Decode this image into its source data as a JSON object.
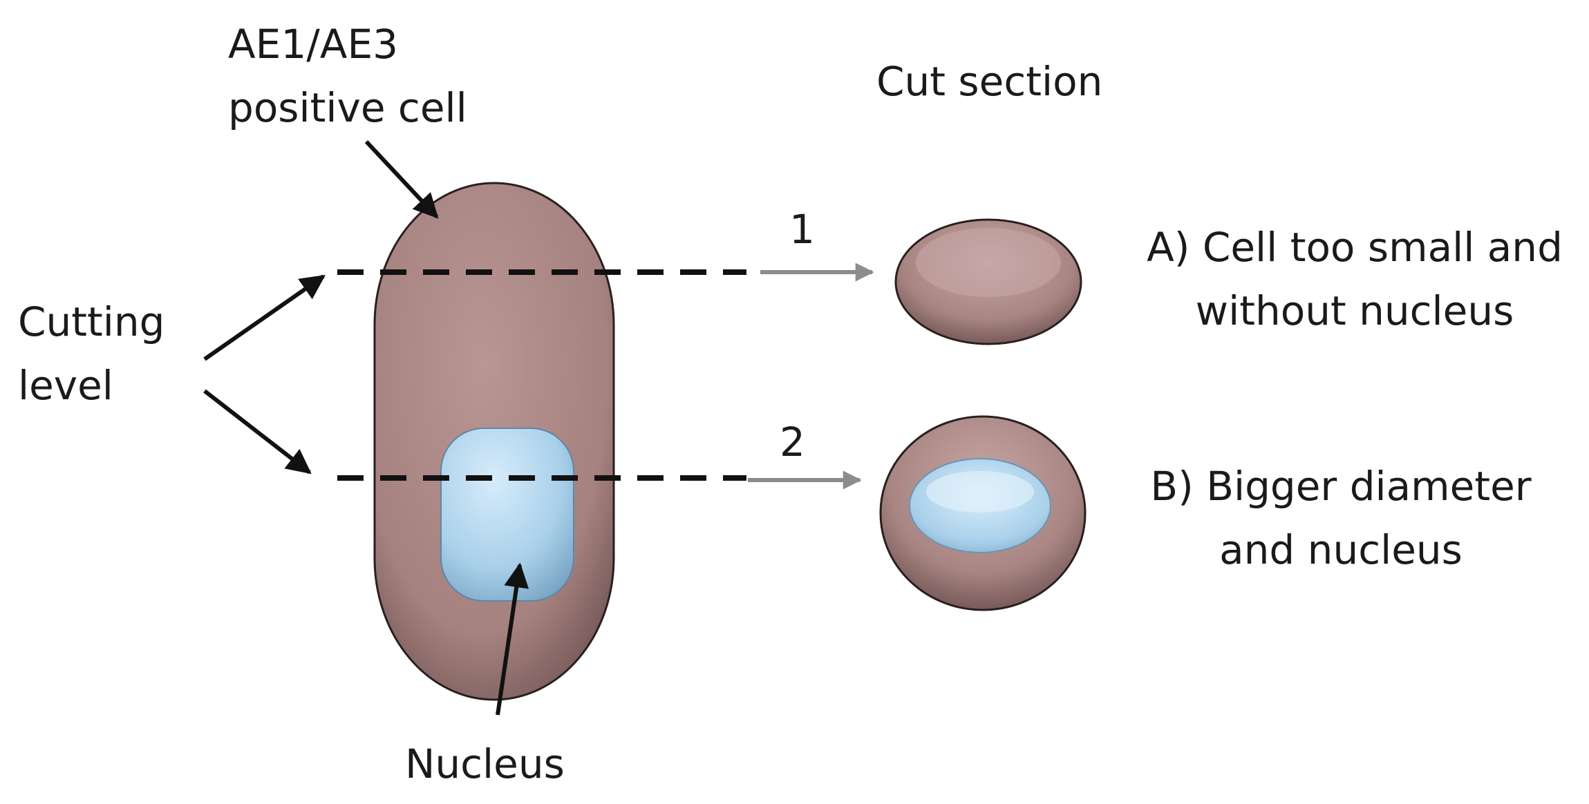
{
  "labels": {
    "cell_title_line1": "AE1/AE3",
    "cell_title_line2": "positive cell",
    "cut_section": "Cut section",
    "cutting_level_line1": "Cutting",
    "cutting_level_line2": "level",
    "nucleus": "Nucleus",
    "level_1": "1",
    "level_2": "2",
    "result_a_line1": "A) Cell too small and",
    "result_a_line2": "without nucleus",
    "result_b_line1": "B) Bigger diameter",
    "result_b_line2": "and nucleus"
  },
  "colors": {
    "cell": "#a88583",
    "cell_outline": "#2a1f1f",
    "nucleus": "#a9d0ea",
    "dashed_line": "#111111",
    "gray_arrow": "#8c8c8c",
    "black_arrow": "#111111"
  }
}
